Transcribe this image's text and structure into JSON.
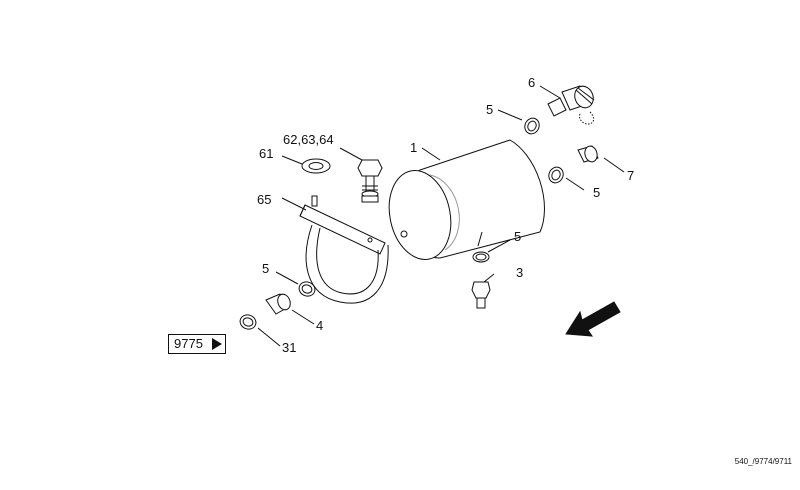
{
  "callouts": {
    "p1": "1",
    "p3": "3",
    "p4": "4",
    "p5a": "5",
    "p5b": "5",
    "p5c": "5",
    "p5d": "5",
    "p6": "6",
    "p7": "7",
    "p31": "31",
    "p61": "61",
    "p62": "62,63,64",
    "p65": "65"
  },
  "reference": {
    "label": "9775"
  },
  "drawing_id": "540_/9774/9711",
  "colors": {
    "line": "#111111",
    "background": "#ffffff"
  }
}
